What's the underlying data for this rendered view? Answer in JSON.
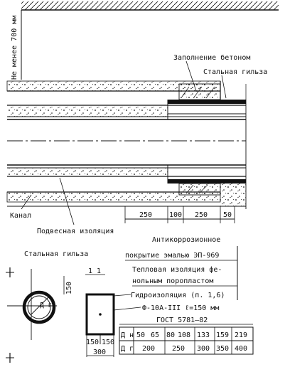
{
  "colors": {
    "ink": "#111111",
    "paper": "#ffffff"
  },
  "labels": {
    "depth": "Не менее 700 мм",
    "concrete_fill": "Заполнение бетоном",
    "steel_sleeve": "Стальная гильза",
    "channel": "Канал",
    "suspended_insulation": "Подвесная изоляция",
    "steel_sleeve_detail": "Стальная гильза",
    "section_mark": "1 1"
  },
  "dims": {
    "d250a": "250",
    "d100": "100",
    "d250b": "250",
    "d50": "50",
    "d150v": "150",
    "d150a": "150",
    "d150b": "150",
    "d300": "300"
  },
  "detail_symbols": {
    "ring_label": "Д г",
    "table_row1_symbol": "Д н",
    "table_row2_symbol": "Д г"
  },
  "notes": [
    "Антикоррозионное",
    "покрытие эмалью ЭП-969",
    "Тепловая изоляция фе-",
    "нольным поропластом",
    "Гидроизоляция (п. 1,6)",
    "Ф-10А-III  ℓ=150 мм",
    "ГОСТ 5781—82"
  ],
  "table": {
    "row1": [
      "50",
      "65",
      "80",
      "108",
      "133",
      "159",
      "219"
    ],
    "row2": [
      "200",
      "250",
      "300",
      "350",
      "400"
    ]
  }
}
